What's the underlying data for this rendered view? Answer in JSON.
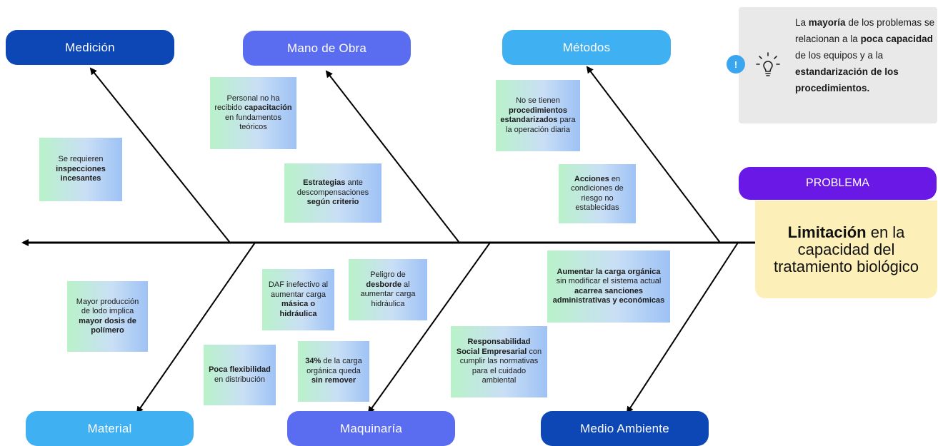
{
  "categories": {
    "medicion": "Medición",
    "mano_de_obra": "Mano de Obra",
    "metodos": "Métodos",
    "material": "Material",
    "maquinaria": "Maquinaría",
    "medio_ambiente": "Medio Ambiente"
  },
  "colors": {
    "dark_blue": "#0d47b5",
    "indigo": "#5a6cf0",
    "sky": "#3fb0f2",
    "problem_header": "#6a18e6",
    "problem_body": "#fcefb8",
    "info_bg": "#e9e9e9",
    "info_badge": "#3aa6f0"
  },
  "info": {
    "badge": "!",
    "icon": "lightbulb-icon",
    "t1": "La ",
    "b1": "mayoría",
    "t2": " de los problemas se relacionan a la ",
    "b2": "poca capacidad",
    "t3": " de los equipos y a la ",
    "b3": "estandarización de los procedimientos."
  },
  "problem": {
    "header": "PROBLEMA",
    "bold": "Limitación",
    "text": " en la capacidad del tratamiento biológico"
  },
  "notes": {
    "inspecciones": {
      "t1": "Se requieren ",
      "b1": "inspecciones incesantes"
    },
    "capacitacion": {
      "t1": "Personal no ha recibido ",
      "b1": "capacitación",
      "t2": " en fundamentos teóricos"
    },
    "estrategias": {
      "b1": "Estrategias",
      "t1": " ante descompensaciones ",
      "b2": "según criterio"
    },
    "procedimientos": {
      "t1": "No se tienen ",
      "b1": "procedimientos estandarizados",
      "t2": " para la operación diaria"
    },
    "acciones": {
      "b1": "Acciones",
      "t1": " en condiciones de riesgo no establecidas"
    },
    "lodo": {
      "t1": "Mayor producción de lodo implica ",
      "b1": "mayor dosis de polímero"
    },
    "flexibilidad": {
      "b1": "Poca flexibilidad",
      "t1": " en distribución"
    },
    "daf": {
      "t1": "DAF inefectivo al aumentar carga ",
      "b1": "másica o hidráulica"
    },
    "desborde": {
      "t1": "Peligro de ",
      "b1": "desborde",
      "t2": " al aumentar carga hidráulica"
    },
    "carga34": {
      "b1": "34%",
      "t1": " de la carga orgánica queda ",
      "b2": "sin remover"
    },
    "carga_organica": {
      "b1": "Aumentar la carga orgánica",
      "t1": " sin modificar el sistema actual ",
      "b2": "acarrea sanciones administrativas y económicas"
    },
    "responsabilidad": {
      "b1": "Responsabilidad Social Empresarial",
      "t1": " con cumplir las normativas para el cuidado ambiental"
    }
  }
}
